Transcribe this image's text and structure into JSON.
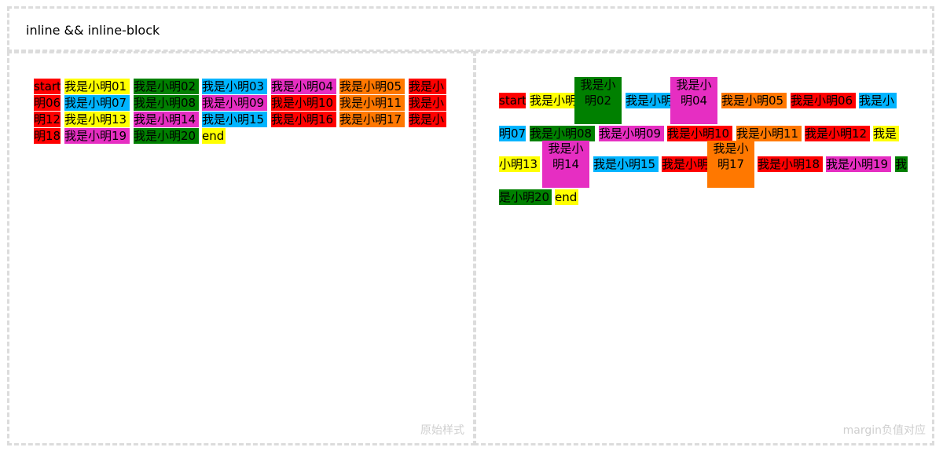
{
  "header": {
    "title": "inline && inline-block"
  },
  "panels": {
    "left": {
      "caption": "原始样式"
    },
    "right": {
      "caption": "margin负值对应"
    }
  },
  "colors": {
    "red": "#ff0000",
    "yellow": "#ffff00",
    "green": "#008000",
    "blue": "#00b4ff",
    "magenta": "#e62ec2",
    "orange": "#ff7800",
    "frame_border": "#dcdcdc",
    "caption": "#cfcfcf"
  },
  "left_items": [
    {
      "text": "start",
      "color": "red"
    },
    {
      "text": "我是小明01",
      "color": "yellow"
    },
    {
      "text": "我是小明02",
      "color": "green"
    },
    {
      "text": "我是小明03",
      "color": "blue"
    },
    {
      "text": "我是小明04",
      "color": "magenta"
    },
    {
      "text": "我是小明05",
      "color": "orange"
    },
    {
      "text": "我是小",
      "color": "red"
    },
    {
      "text": "明06",
      "color": "red"
    },
    {
      "text": "我是小明07",
      "color": "blue"
    },
    {
      "text": "我是小明08",
      "color": "green"
    },
    {
      "text": "我是小明09",
      "color": "magenta"
    },
    {
      "text": "我是小明10",
      "color": "red"
    },
    {
      "text": "我是小明11",
      "color": "orange"
    },
    {
      "text": "我是小",
      "color": "red"
    },
    {
      "text": "明12",
      "color": "red"
    },
    {
      "text": "我是小明13",
      "color": "yellow"
    },
    {
      "text": "我是小明14",
      "color": "magenta"
    },
    {
      "text": "我是小明15",
      "color": "blue"
    },
    {
      "text": "我是小明16",
      "color": "red"
    },
    {
      "text": "我是小明17",
      "color": "orange"
    },
    {
      "text": "我是小",
      "color": "red"
    },
    {
      "text": "明18",
      "color": "red"
    },
    {
      "text": "我是小明19",
      "color": "magenta"
    },
    {
      "text": "我是小明20",
      "color": "green"
    },
    {
      "text": "end",
      "color": "yellow"
    }
  ],
  "right_items": [
    {
      "text": "start",
      "color": "red"
    },
    {
      "text": "我是小明",
      "color": "yellow"
    },
    {
      "text": "我是小 明02",
      "color": "green"
    },
    {
      "text": "我是小明",
      "color": "blue"
    },
    {
      "text": "我是小 明04",
      "color": "magenta"
    },
    {
      "text": "我是小明05",
      "color": "orange"
    },
    {
      "text": "我是小明06",
      "color": "red"
    },
    {
      "text": "我是小",
      "color": "blue"
    },
    {
      "text": "明07",
      "color": "blue"
    },
    {
      "text": "我是小明08",
      "color": "green"
    },
    {
      "text": "我是小明09",
      "color": "magenta"
    },
    {
      "text": "我是小明10",
      "color": "red"
    },
    {
      "text": "我是小明11",
      "color": "orange"
    },
    {
      "text": "我是小明12",
      "color": "red"
    },
    {
      "text": "我是",
      "color": "yellow"
    },
    {
      "text": "小明13",
      "color": "yellow"
    },
    {
      "text": "我是小 明14",
      "color": "magenta"
    },
    {
      "text": "我是小明15",
      "color": "blue"
    },
    {
      "text": "我是小明",
      "color": "red"
    },
    {
      "text": "我是小 明17",
      "color": "orange"
    },
    {
      "text": "我是小明18",
      "color": "red"
    },
    {
      "text": "我是小明19",
      "color": "magenta"
    },
    {
      "text": "我",
      "color": "green"
    },
    {
      "text": "是小明20",
      "color": "green"
    },
    {
      "text": "end",
      "color": "yellow"
    }
  ]
}
